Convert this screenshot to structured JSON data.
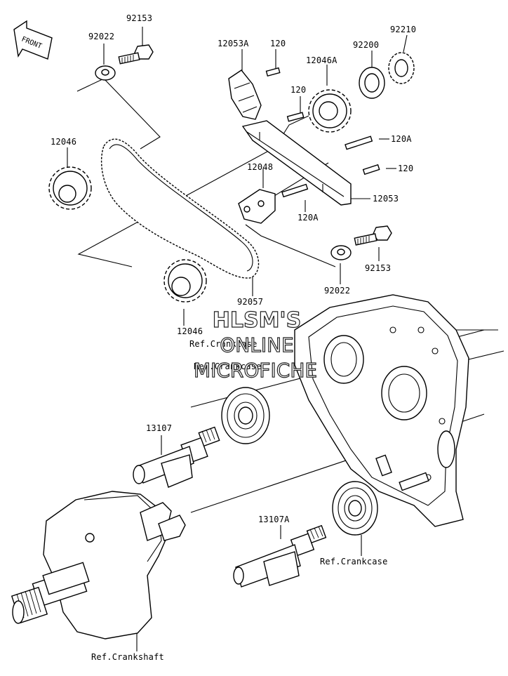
{
  "diagram": {
    "front_arrow": "FRONT",
    "labels": {
      "p92153_top": "92153",
      "p92022_top": "92022",
      "p12053A": "12053A",
      "p120_top": "120",
      "p12046A": "12046A",
      "p92200": "92200",
      "p92210": "92210",
      "p120_mid": "120",
      "p120A_right": "120A",
      "p120_right": "120",
      "p12046_left": "12046",
      "p12048": "12048",
      "p12053": "12053",
      "p120A_bottom": "120A",
      "p92153_bottom": "92153",
      "p92022_bottom": "92022",
      "p92057": "92057",
      "p12046_bottom": "12046",
      "ref_crankcase_1": "Ref.Crankcase",
      "ref_crankcase_2": "Ref.Crankcase",
      "p13107": "13107",
      "p13107A": "13107A",
      "ref_crankcase_3": "Ref.Crankcase",
      "ref_crankshaft": "Ref.Crankshaft"
    },
    "watermark": {
      "line1": "HLSM'S",
      "line2": "ONLINE",
      "line3": "MICROFICHE"
    }
  }
}
